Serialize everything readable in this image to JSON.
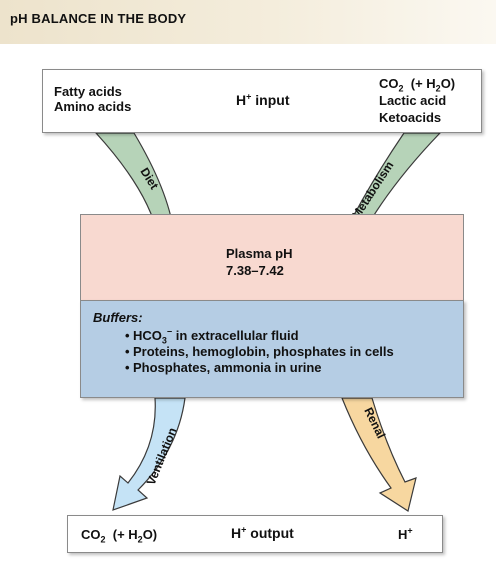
{
  "header": {
    "title": "pH BALANCE IN THE BODY"
  },
  "input_box": {
    "left_lines": [
      "Fatty acids",
      "Amino acids"
    ],
    "center_label": "input",
    "center_prefix": "H",
    "center_sup": "+",
    "right_line1_main": "CO",
    "right_line1_sub": "2",
    "right_line1_mid": "  (+ H",
    "right_line1_sub2": "2",
    "right_line1_end": "O)",
    "right_lines": [
      "Lactic acid",
      "Ketoacids"
    ]
  },
  "arrows": {
    "diet": "Diet",
    "metabolism": "Metabolism",
    "ventilation": "Ventilation",
    "renal": "Renal"
  },
  "plasma": {
    "line1": "Plasma pH",
    "line2": "7.38–7.42"
  },
  "buffers": {
    "heading": "Buffers:",
    "item1_main": "HCO",
    "item1_sub": "3",
    "item1_sup": "−",
    "item1_rest": " in extracellular fluid",
    "items": [
      "Proteins, hemoglobin, phosphates in cells",
      "Phosphates, ammonia in urine"
    ]
  },
  "output_box": {
    "left_main": "CO",
    "left_sub": "2",
    "left_mid": "  (+ H",
    "left_sub2": "2",
    "left_end": "O)",
    "center_prefix": "H",
    "center_sup": "+",
    "center_label": "output",
    "right_prefix": "H",
    "right_sup": "+"
  },
  "colors": {
    "input_arrows": "#b6d3b8",
    "ventilation_arrow": "#c5e3f6",
    "renal_arrow": "#f7d7a0",
    "plasma": "#f8d9d0",
    "buffers": "#b5cde4"
  }
}
